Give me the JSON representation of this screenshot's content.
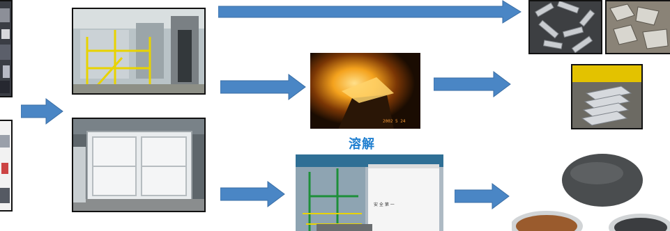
{
  "labels": {
    "melting": "溶解"
  },
  "photo_annotations": {
    "furnace_timestamp": "2002 5 24",
    "plant_signage": "安 全 第 一"
  },
  "icons": {
    "arrow_color": "#4a86c5",
    "label_color": "#1f7fd0"
  }
}
